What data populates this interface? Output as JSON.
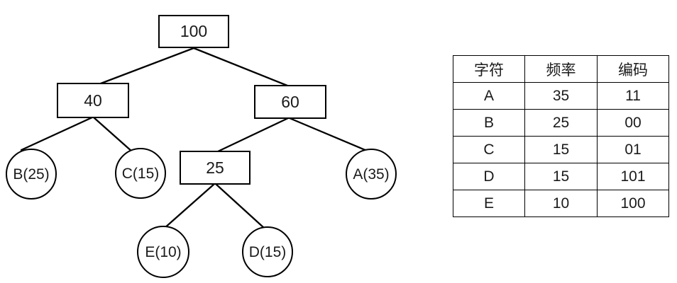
{
  "colors": {
    "background": "#ffffff",
    "stroke": "#000000",
    "text": "#1a1a1a"
  },
  "tree": {
    "nodes": {
      "n100": {
        "label": "100"
      },
      "n40": {
        "label": "40"
      },
      "n60": {
        "label": "60"
      },
      "n25": {
        "label": "25"
      },
      "leafB": {
        "label": "B(25)"
      },
      "leafC": {
        "label": "C(15)"
      },
      "leafA": {
        "label": "A(35)"
      },
      "leafE": {
        "label": "E(10)"
      },
      "leafD": {
        "label": "D(15)"
      }
    }
  },
  "table": {
    "headers": [
      "字符",
      "频率",
      "编码"
    ],
    "rows": [
      [
        "A",
        "35",
        "11"
      ],
      [
        "B",
        "25",
        "00"
      ],
      [
        "C",
        "15",
        "01"
      ],
      [
        "D",
        "15",
        "101"
      ],
      [
        "E",
        "10",
        "100"
      ]
    ]
  }
}
